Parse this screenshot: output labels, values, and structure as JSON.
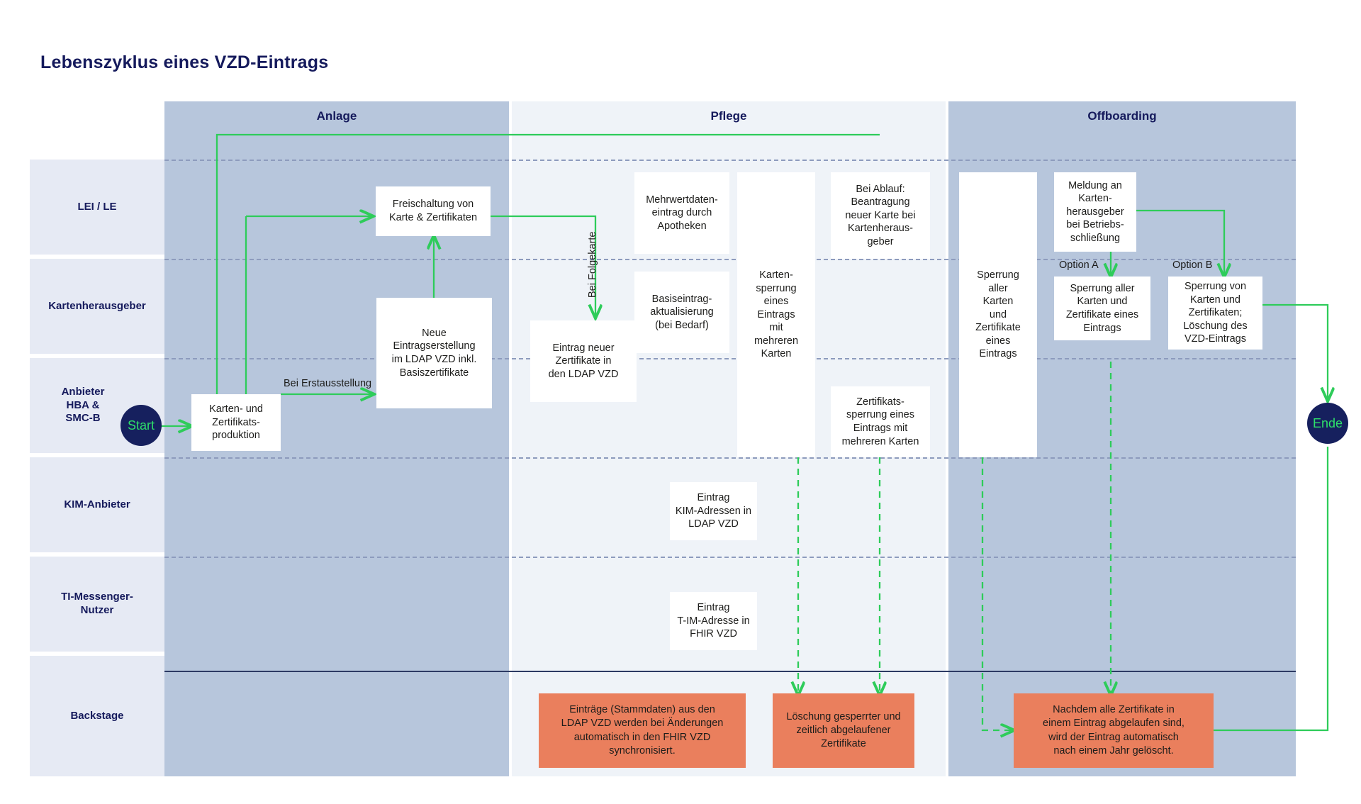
{
  "title": "Lebenszyklus eines VZD-Eintrags",
  "colors": {
    "brand_navy": "#151a5c",
    "lane_label_bg": "#e6eaf4",
    "phase_dark_bg": "#b7c6dc",
    "phase_light_bg": "#eff3f8",
    "flow_green": "#2ecc5a",
    "backstage_orange": "#ea7f5d",
    "terminator_navy": "#16205e"
  },
  "phases": [
    {
      "label": "Anlage"
    },
    {
      "label": "Pflege"
    },
    {
      "label": "Offboarding"
    }
  ],
  "lanes": [
    {
      "label": "LEI / LE"
    },
    {
      "label": "Kartenherausgeber"
    },
    {
      "label": "Anbieter HBA & SMC-B"
    },
    {
      "label": "KIM-Anbieter"
    },
    {
      "label": "TI-Messenger-Nutzer"
    },
    {
      "label": "Backstage"
    }
  ],
  "terminators": {
    "start": "Start",
    "end": "Ende"
  },
  "edge_labels": {
    "bei_erstausstellung": "Bei Erstausstellung",
    "bei_folgekarte": "Bei Folgekarte",
    "option_a": "Option A",
    "option_b": "Option B"
  },
  "boxes": {
    "karten_zertifikatsproduktion": "Karten- und Zertifikats-\nproduktion",
    "freischaltung": "Freischaltung von\nKarte & Zertifikaten",
    "neue_eintragserstellung": "Neue\nEintragserstellung\nim LDAP VZD inkl.\nBasiszertifikate",
    "eintrag_neuer_zertifikate": "Eintrag neuer\nZertifikate in\nden LDAP VZD",
    "mehrwertdaten": "Mehrwertdaten-\neintrag durch\nApotheken",
    "basiseintrag": "Basiseintrag-\naktualisierung\n(bei Bedarf)",
    "kartensperrung_mehrere": "Karten-\nsperrung\neines\nEintrags\nmit\nmehreren\nKarten",
    "bei_ablauf": "Bei Ablauf:\nBeantragung\nneuer Karte bei\nKartenheraus-\ngeber",
    "zertifikatssperrung_mehrere": "Zertifikats-\nsperrung eines\nEintrags mit\nmehreren Karten",
    "eintrag_kim": "Eintrag\nKIM-Adressen in\nLDAP VZD",
    "eintrag_tim": "Eintrag\nT-IM-Adresse in\nFHIR VZD",
    "sperrung_aller_karten": "Sperrung\naller\nKarten\nund\nZertifikate\neines\nEintrags",
    "meldung_kartenherausgeber": "Meldung an\nKarten-\nherausgeber\nbei Betriebs-\nschließung",
    "option_a_box": "Sperrung aller\nKarten und\nZertifikate eines\nEintrags",
    "option_b_box": "Sperrung von\nKarten und\nZertifikaten;\nLöschung des\nVZD-Eintrags",
    "backstage_sync": "Einträge (Stammdaten) aus den\nLDAP VZD werden bei Änderungen\nautomatisch in den FHIR VZD\nsynchronisiert.",
    "backstage_loeschung": "Löschung gesperrter und\nzeitlich abgelaufener\nZertifikate",
    "backstage_jahr": "Nachdem alle Zertifikate in\neinem Eintrag abgelaufen sind,\nwird der Eintrag automatisch\nnach einem Jahr gelöscht."
  }
}
